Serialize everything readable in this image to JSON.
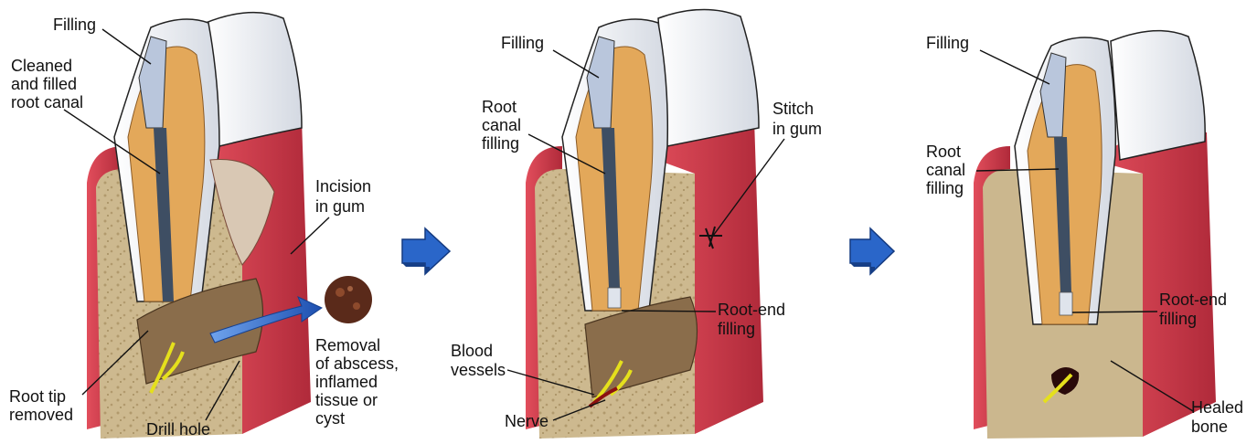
{
  "panels": [
    {
      "labels": {
        "filling": "Filling",
        "cleaned": [
          "Cleaned",
          "and filled",
          "root canal"
        ],
        "incision": [
          "Incision",
          "in gum"
        ],
        "removal": [
          "Removal",
          "of abscess,",
          "inflamed",
          "tissue or",
          "cyst"
        ],
        "root_tip": [
          "Root tip",
          "removed"
        ],
        "drill_hole": "Drill hole"
      }
    },
    {
      "labels": {
        "filling": "Filling",
        "root_canal": [
          "Root",
          "canal",
          "filling"
        ],
        "stitch": [
          "Stitch",
          "in gum"
        ],
        "root_end": [
          "Root-end",
          "filling"
        ],
        "blood_vessels": [
          "Blood",
          "vessels"
        ],
        "nerve": "Nerve"
      }
    },
    {
      "labels": {
        "filling": "Filling",
        "root_canal": [
          "Root",
          "canal",
          "filling"
        ],
        "root_end": [
          "Root-end",
          "filling"
        ],
        "healed_bone": [
          "Healed",
          "bone"
        ]
      }
    }
  ],
  "arrows": [
    "arrow-1-to-2",
    "arrow-2-to-3"
  ],
  "colors": {
    "gum": "#c8394a",
    "bone": "#cbb78e",
    "dentin": "#e3a85a",
    "enamel": "#f4f6fa",
    "canal": "#3e4e63",
    "nerve": "#e5e01c",
    "abscess": "#7d6242",
    "arrow": "#2a66c9"
  }
}
